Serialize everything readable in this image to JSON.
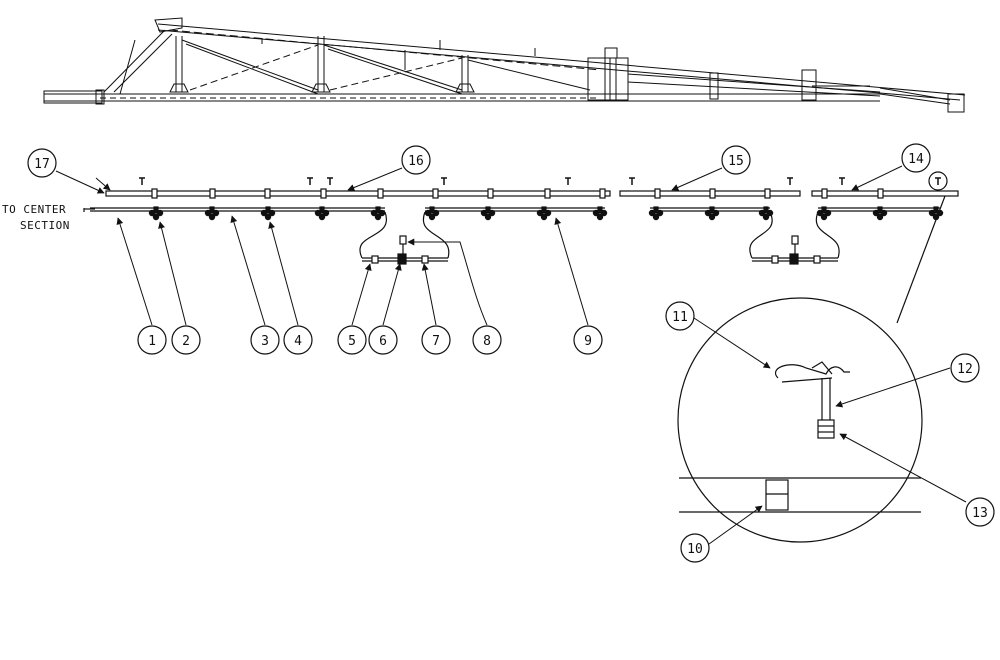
{
  "note": {
    "line1": "TO CENTER",
    "line2": "SECTION"
  },
  "callouts": [
    "1",
    "2",
    "3",
    "4",
    "5",
    "6",
    "7",
    "8",
    "9",
    "10",
    "11",
    "12",
    "13",
    "14",
    "15",
    "16",
    "17"
  ],
  "colors": {
    "line": "#111111",
    "background": "#ffffff"
  }
}
